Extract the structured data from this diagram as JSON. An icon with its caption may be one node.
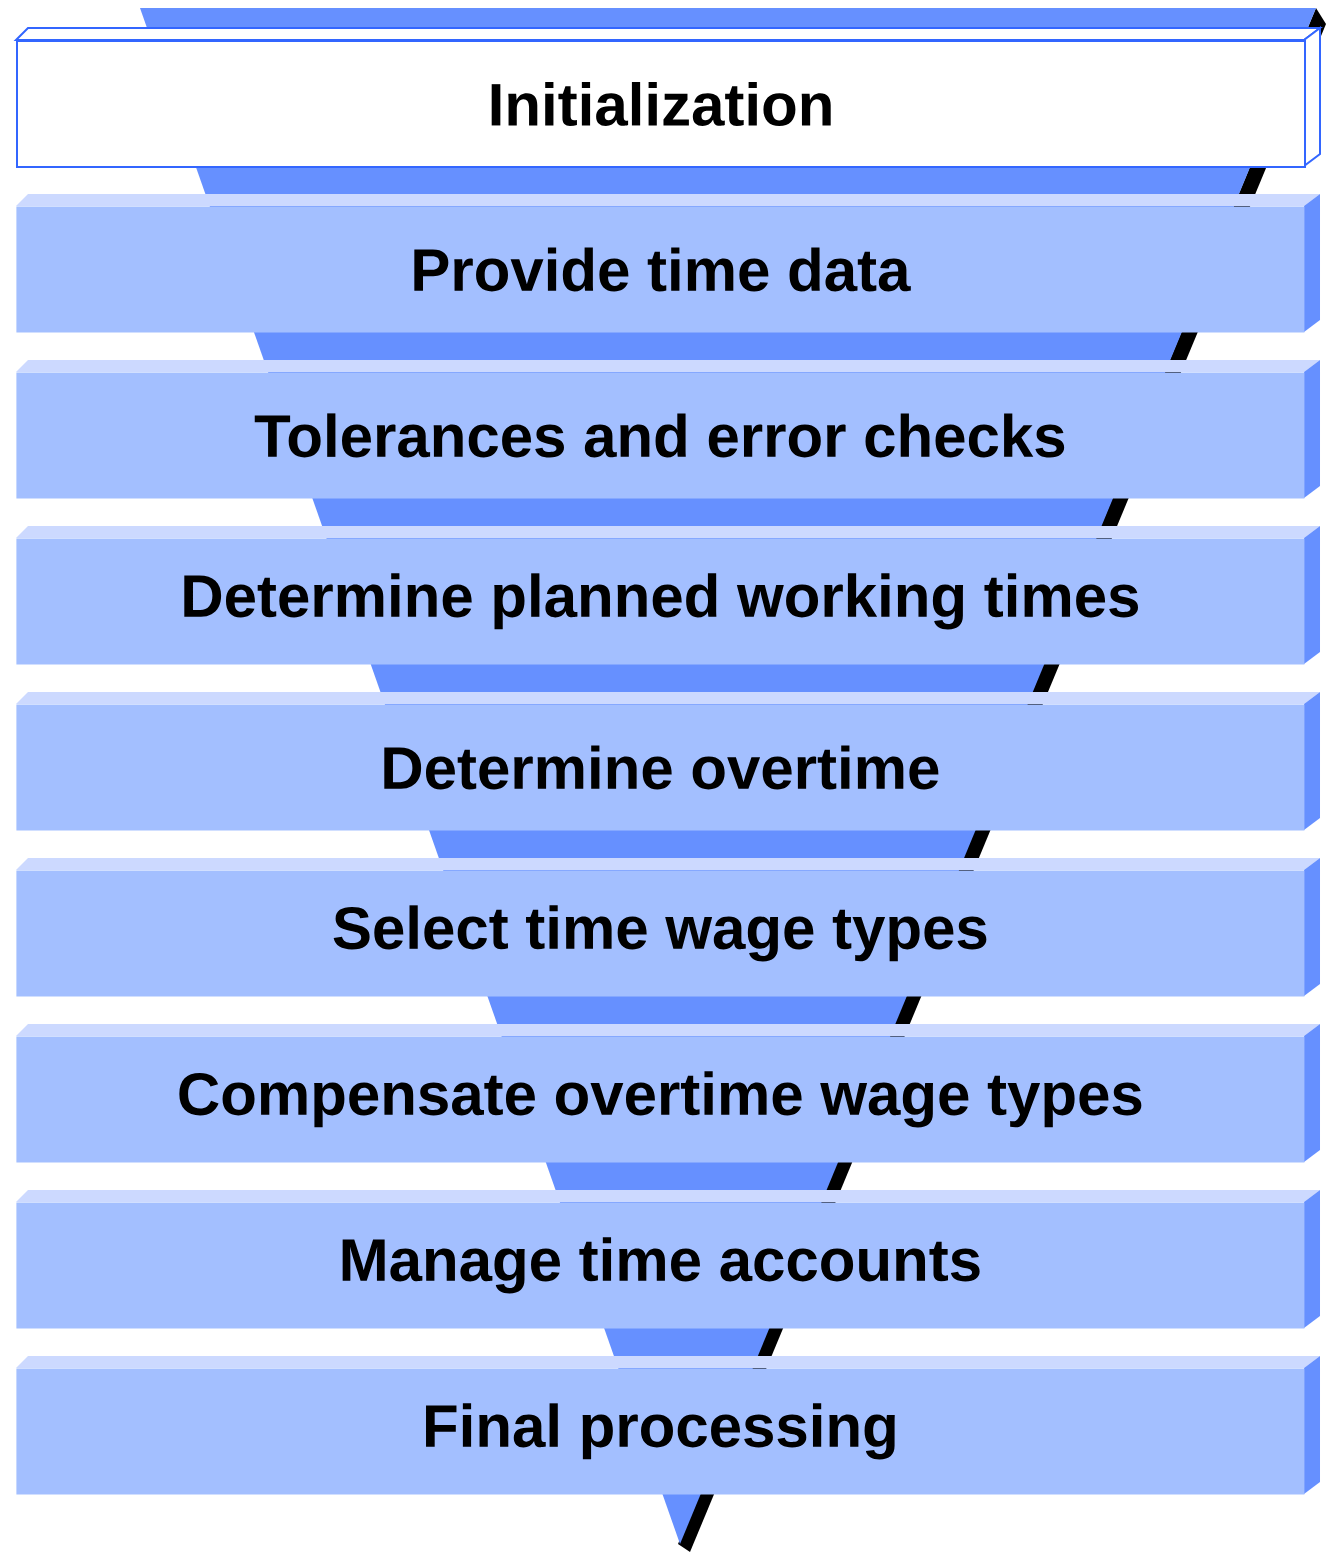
{
  "diagram": {
    "nodes": [
      {
        "text": [
          "Initialization"
        ]
      },
      {
        "text": [
          "Provide time data"
        ]
      },
      {
        "text": [
          "Tolerances and error checks"
        ]
      },
      {
        "text": [
          "Determine planned working times"
        ]
      },
      {
        "text": [
          "Determine overtime"
        ]
      },
      {
        "text": [
          "Select time wage types"
        ]
      },
      {
        "text": [
          "Compensate overtime wage types"
        ]
      },
      {
        "text": [
          "Manage time accounts"
        ]
      },
      {
        "text": [
          "Final processing"
        ]
      }
    ]
  }
}
